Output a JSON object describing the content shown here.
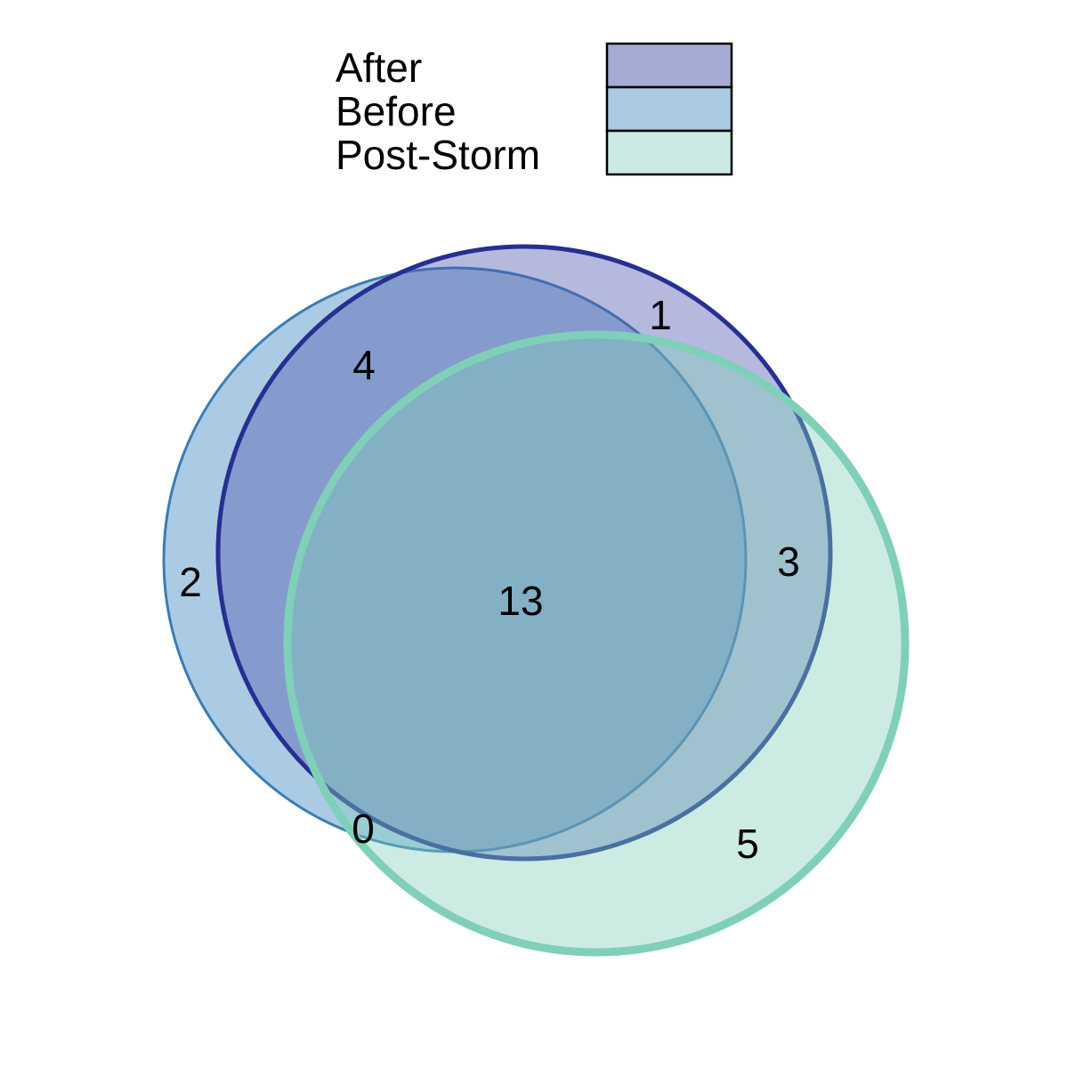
{
  "legend": {
    "items": [
      {
        "label": "After",
        "color": "#a6abd3"
      },
      {
        "label": "Before",
        "color": "#abcbe3"
      },
      {
        "label": "Post-Storm",
        "color": "#cbeae4"
      }
    ]
  },
  "sets": {
    "after": {
      "name": "After",
      "fill": "#5059b0",
      "stroke": "#272f91"
    },
    "before": {
      "name": "Before",
      "fill": "#6ea5d0",
      "stroke": "#3a7db5"
    },
    "post_storm": {
      "name": "Post-Storm",
      "fill": "#7fd0b8",
      "stroke": "#7fcfb9"
    }
  },
  "regions": {
    "after_only": "1",
    "after_before": "4",
    "before_only": "2",
    "all_three": "13",
    "after_post_storm": "3",
    "before_post_storm": "0",
    "post_storm_only": "5"
  }
}
